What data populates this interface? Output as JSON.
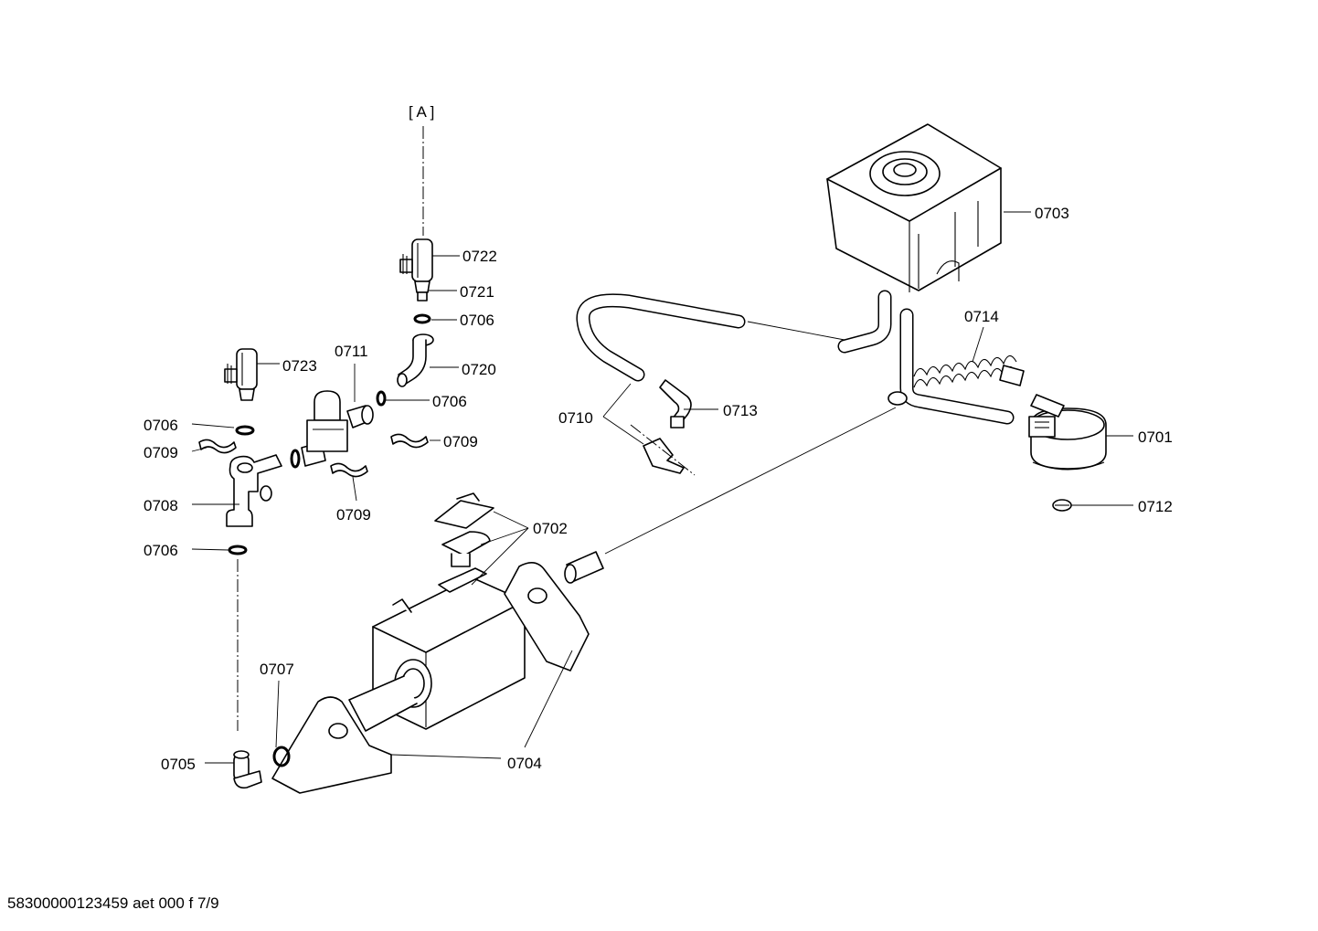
{
  "diagram": {
    "section_ref": "[ A ]",
    "labels": {
      "p0701": "0701",
      "p0702": "0702",
      "p0703": "0703",
      "p0704": "0704",
      "p0705": "0705",
      "p0706_a": "0706",
      "p0706_b": "0706",
      "p0706_c": "0706",
      "p0706_d": "0706",
      "p0707": "0707",
      "p0708": "0708",
      "p0709_a": "0709",
      "p0709_b": "0709",
      "p0709_c": "0709",
      "p0710": "0710",
      "p0711": "0711",
      "p0712": "0712",
      "p0713": "0713",
      "p0714": "0714",
      "p0720": "0720",
      "p0721": "0721",
      "p0722": "0722",
      "p0723": "0723"
    }
  },
  "footer": {
    "doc_ref": "58300000123459 aet 000 f 7/9"
  }
}
